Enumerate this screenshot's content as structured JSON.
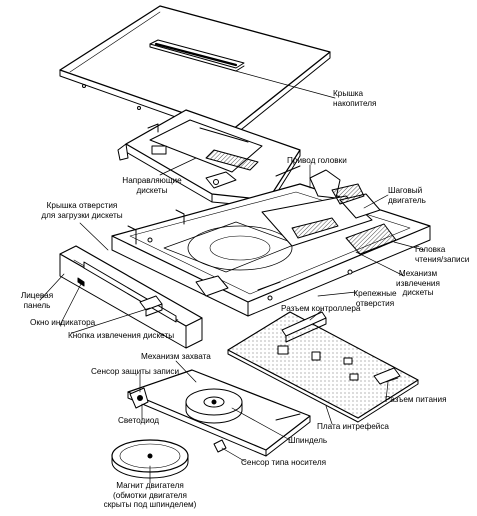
{
  "labels": {
    "cover": "Крышка\nнакопителя",
    "guides": "Направляющие\nдискеты",
    "head_drive": "Привод головки",
    "stepper": "Шаговый\nдвигатель",
    "slot_cover": "Крышка отверстия\nдля загрузки дискеты",
    "rw_head": "Головка\nчтения/записи",
    "eject_mech": "Механизм\nизвлечения\nдискеты",
    "front_panel": "Лицевая\nпанель",
    "indicator_window": "Окно индикатора",
    "mount_holes": "Крепежные\nотверстия",
    "controller_connector": "Разъем контроллера",
    "eject_button": "Кнопка извлечения дискеты",
    "clamp_mech": "Механизм захвата",
    "wp_sensor": "Сенсор защиты записи",
    "power_connector": "Разъем питания",
    "led": "Светодиод",
    "interface_board": "Плата интрефейса",
    "spindle": "Шпиндель",
    "media_sensor": "Сенсор типа носителя",
    "motor_magnet": "Магнит двигателя\n(обмотки двигателя\nскрыты под шпинделем)"
  },
  "colors": {
    "ink": "#000000",
    "background": "#ffffff",
    "board_dots": "#555555"
  }
}
